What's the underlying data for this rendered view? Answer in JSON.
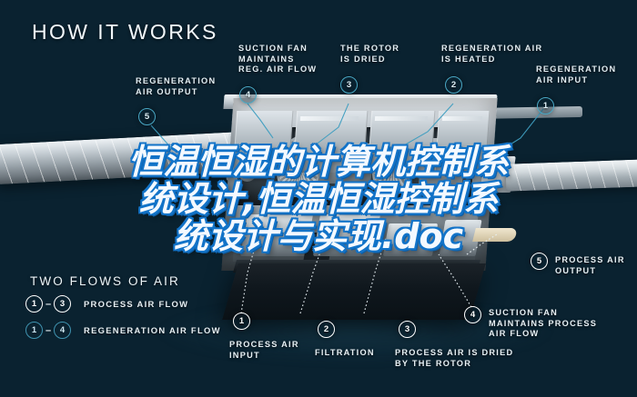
{
  "page": {
    "title": "HOW IT WORKS",
    "background_color": "#0a2230",
    "accent_teal": "#49a7c4",
    "watermark_color": "#f4f9ff",
    "watermark_outline_color": "#1273c8"
  },
  "watermark": {
    "lines": [
      "恒温恒湿的计算机控制系",
      "统设计,恒温恒湿控制系",
      "统设计与实现.doc"
    ]
  },
  "regeneration_callouts": [
    {
      "number": "5",
      "label": "REGENERATION\nAIR OUTPUT"
    },
    {
      "number": "4",
      "label": "SUCTION FAN\nMAINTAINS\nREG. AIR FLOW"
    },
    {
      "number": "3",
      "label": "THE ROTOR\nIS DRIED"
    },
    {
      "number": "2",
      "label": "REGENERATION AIR\nIS HEATED"
    },
    {
      "number": "1",
      "label": "REGENERATION\nAIR INPUT"
    }
  ],
  "process_callouts": [
    {
      "number": "1",
      "label": "PROCESS AIR\nINPUT"
    },
    {
      "number": "2",
      "label": "FILTRATION"
    },
    {
      "number": "3",
      "label": "PROCESS AIR IS DRIED\nBY THE ROTOR"
    },
    {
      "number": "4",
      "label": "SUCTION FAN\nMAINTAINS PROCESS\nAIR FLOW"
    },
    {
      "number": "5",
      "label": "PROCESS AIR\nOUTPUT"
    }
  ],
  "legend": {
    "title": "TWO FLOWS OF AIR",
    "rows": [
      {
        "from": "1",
        "dash": "–",
        "to": "3",
        "text": "PROCESS AIR FLOW",
        "style": "white"
      },
      {
        "from": "1",
        "dash": "–",
        "to": "4",
        "text": "REGENERATION AIR FLOW",
        "style": "teal"
      }
    ]
  }
}
